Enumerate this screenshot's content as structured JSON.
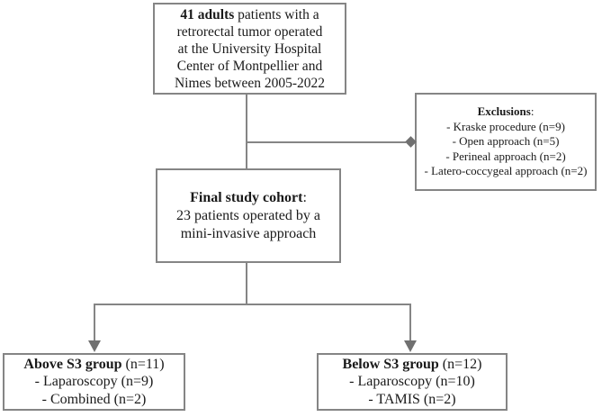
{
  "colors": {
    "background": "#ffffff",
    "border": "#858585",
    "line": "#858585",
    "arrow": "#707070",
    "text": "#1a1a1a"
  },
  "boxes": {
    "initial": {
      "lines": [
        {
          "b": "41 adults",
          "t": " patients with a"
        },
        {
          "t": "retrorectal tumor operated"
        },
        {
          "t": "at the University Hospital"
        },
        {
          "t": "Center of Montpellier and"
        },
        {
          "t": "Nimes between 2005-2022"
        }
      ]
    },
    "exclusions": {
      "title": "Exclusions",
      "colon": ":",
      "items": [
        "- Kraske procedure (n=9)",
        "- Open approach (n=5)",
        "- Perineal approach (n=2)",
        "- Latero-coccygeal approach (n=2)"
      ]
    },
    "final_cohort": {
      "title": "Final study cohort",
      "colon": ":",
      "lines": [
        "23 patients operated by a",
        "mini-invasive approach"
      ]
    },
    "above_s3": {
      "title": "Above S3 group",
      "suffix": " (n=11)",
      "items": [
        "- Laparoscopy (n=9)",
        "- Combined (n=2)"
      ]
    },
    "below_s3": {
      "title": "Below S3 group",
      "suffix": " (n=12)",
      "items": [
        "- Laparoscopy (n=10)",
        "- TAMIS (n=2)"
      ]
    }
  }
}
